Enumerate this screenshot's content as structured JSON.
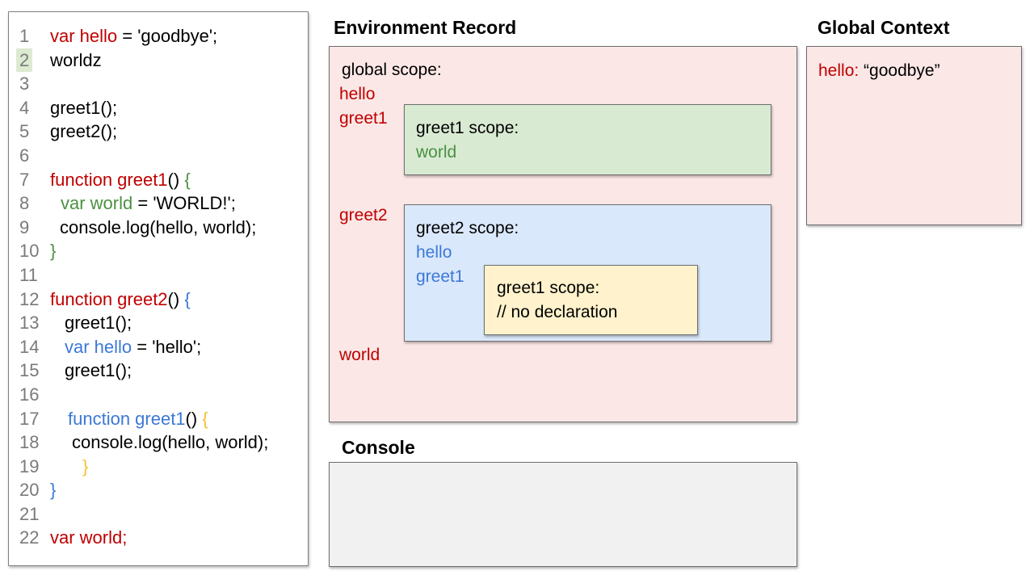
{
  "palette": {
    "red": "#c00000",
    "green": "#4a9140",
    "blue": "#3c78d8",
    "yellow": "#f1c232",
    "black": "#000000",
    "gray": "#7a7a7a"
  },
  "box_fills": {
    "pink": "#fbe7e6",
    "green": "#d9ead3",
    "blue": "#dae8fc",
    "yellow": "#fff2cc",
    "console": "#f1f1f1",
    "highlight_line": "#dcead1",
    "code_bg": "#ffffff"
  },
  "code_panel": {
    "lines": [
      {
        "n": "1",
        "indent": 0,
        "tokens": [
          {
            "t": "var hello",
            "c": "red"
          },
          {
            "t": " = 'goodbye';",
            "c": "black"
          }
        ]
      },
      {
        "n": "2",
        "indent": 0,
        "highlight": true,
        "tokens": [
          {
            "t": "worldz",
            "c": "black"
          }
        ]
      },
      {
        "n": "3",
        "indent": 0,
        "tokens": []
      },
      {
        "n": "4",
        "indent": 0,
        "tokens": [
          {
            "t": "greet1();",
            "c": "black"
          }
        ]
      },
      {
        "n": "5",
        "indent": 0,
        "tokens": [
          {
            "t": "greet2();",
            "c": "black"
          }
        ]
      },
      {
        "n": "6",
        "indent": 0,
        "tokens": []
      },
      {
        "n": "7",
        "indent": 0,
        "tokens": [
          {
            "t": "function greet1",
            "c": "red"
          },
          {
            "t": "() ",
            "c": "black"
          },
          {
            "t": "{",
            "c": "green"
          }
        ]
      },
      {
        "n": "8",
        "indent": 13,
        "tokens": [
          {
            "t": "var world",
            "c": "green"
          },
          {
            "t": " = 'WORLD!';",
            "c": "black"
          }
        ]
      },
      {
        "n": "9",
        "indent": 12,
        "tokens": [
          {
            "t": "console.log(hello, world);",
            "c": "black"
          }
        ]
      },
      {
        "n": "10",
        "indent": 0,
        "tokens": [
          {
            "t": "}",
            "c": "green"
          }
        ]
      },
      {
        "n": "11",
        "indent": 0,
        "tokens": []
      },
      {
        "n": "12",
        "indent": 0,
        "tokens": [
          {
            "t": "function greet2",
            "c": "red"
          },
          {
            "t": "() ",
            "c": "black"
          },
          {
            "t": "{",
            "c": "blue"
          }
        ]
      },
      {
        "n": "13",
        "indent": 18,
        "tokens": [
          {
            "t": "greet1();",
            "c": "black"
          }
        ]
      },
      {
        "n": "14",
        "indent": 18,
        "tokens": [
          {
            "t": "var hello",
            "c": "blue"
          },
          {
            "t": " = 'hello';",
            "c": "black"
          }
        ]
      },
      {
        "n": "15",
        "indent": 18,
        "tokens": [
          {
            "t": "greet1();",
            "c": "black"
          }
        ]
      },
      {
        "n": "16",
        "indent": 0,
        "tokens": []
      },
      {
        "n": "17",
        "indent": 22,
        "tokens": [
          {
            "t": "function greet1",
            "c": "blue"
          },
          {
            "t": "() ",
            "c": "black"
          },
          {
            "t": "{",
            "c": "yellow"
          }
        ]
      },
      {
        "n": "18",
        "indent": 27,
        "tokens": [
          {
            "t": "console.log(hello, world);",
            "c": "black"
          }
        ]
      },
      {
        "n": "19",
        "indent": 40,
        "tokens": [
          {
            "t": "}",
            "c": "yellow"
          }
        ]
      },
      {
        "n": "20",
        "indent": 0,
        "tokens": [
          {
            "t": "}",
            "c": "blue"
          }
        ]
      },
      {
        "n": "21",
        "indent": 0,
        "tokens": []
      },
      {
        "n": "22",
        "indent": 0,
        "tokens": [
          {
            "t": "var world;",
            "c": "red"
          }
        ]
      }
    ]
  },
  "environment_record": {
    "title": "Environment Record",
    "global_scope_label": "global scope:",
    "labels": [
      {
        "text": "hello",
        "c": "red"
      },
      {
        "text": "greet1",
        "c": "red"
      },
      {
        "text": "greet2",
        "c": "red"
      },
      {
        "text": "world",
        "c": "red"
      }
    ],
    "greet1_scope": {
      "heading": "greet1 scope:",
      "vars": [
        {
          "text": "world",
          "c": "green"
        }
      ]
    },
    "greet2_scope": {
      "heading": "greet2 scope:",
      "vars": [
        {
          "text": "hello",
          "c": "blue"
        },
        {
          "text": "greet1",
          "c": "blue"
        }
      ]
    },
    "greet1_inner_scope": {
      "heading": "greet1 scope:",
      "comment": "// no declaration"
    }
  },
  "global_context": {
    "title": "Global Context",
    "entries": [
      {
        "key": "hello:",
        "value": " “goodbye”",
        "key_color": "red"
      }
    ]
  },
  "console_panel": {
    "title": "Console",
    "content": ""
  }
}
